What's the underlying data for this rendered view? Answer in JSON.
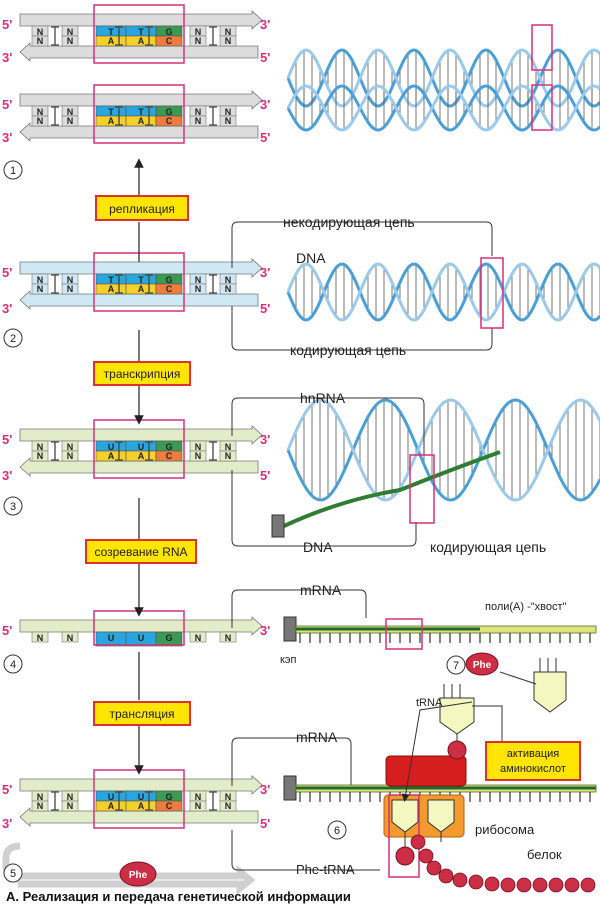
{
  "prime5": "5'",
  "prime3": "3'",
  "pair_letters": {
    "n": "N",
    "t": "T",
    "a": "A",
    "g": "G",
    "c": "C",
    "u": "U"
  },
  "step_numbers": [
    "1",
    "2",
    "3",
    "4",
    "5",
    "6",
    "7"
  ],
  "process_labels": {
    "replication": "репликация",
    "transcription": "транскрипция",
    "maturation": "созревание RNA",
    "translation": "трансляция"
  },
  "annotations": {
    "noncoding_strand": "некодирующая цепь",
    "dna": "DNA",
    "coding_strand": "кодирующая цепь",
    "hnrna": "hnRNA",
    "mrna": "mRNA",
    "poly_a_tail": "поли(A) -\"хвост\"",
    "cap": "кэп",
    "phe": "Phe",
    "trna": "tRNA",
    "aa_activation_line1": "активация",
    "aa_activation_line2": "аминокислот",
    "ribosome": "рибосома",
    "protein": "белок",
    "phe_trna": "Phe-tRNA"
  },
  "caption": "A. Реализация и передача генетической информации",
  "colors": {
    "blue_base": "#2aa6df",
    "yellow_base": "#f5cf2a",
    "green_base": "#3c9a55",
    "orange_base": "#ef7c3f",
    "grey_strand": "#dcdcdc",
    "light_blue_strand": "#cfe8f3",
    "pale_green_strand": "#e3ecc8",
    "magenta_box": "#d6307a",
    "label_box_fill": "#ffe500",
    "label_box_border": "#e0302a",
    "helix_blue": "#4a9fd6",
    "rna_green": "#2e7d32",
    "ribosome_red": "#d71e1e",
    "ribosome_orange": "#f39a2f",
    "amino_acid_red": "#cc2e45"
  }
}
